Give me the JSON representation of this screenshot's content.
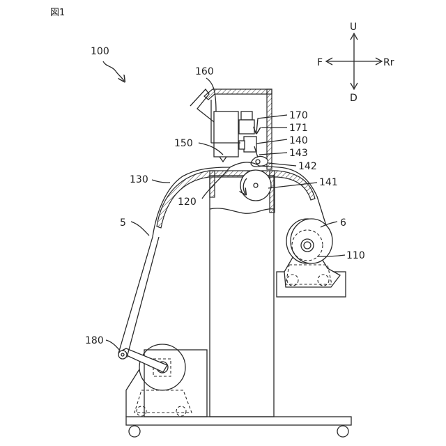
{
  "figure": {
    "title": "図1",
    "ref_main": "100",
    "directions": {
      "up": "U",
      "down": "D",
      "front": "F",
      "rear": "Rr"
    },
    "labels": {
      "l160": "160",
      "l170": "170",
      "l171": "171",
      "l140": "140",
      "l150": "150",
      "l143": "143",
      "l142": "142",
      "l130": "130",
      "l141": "141",
      "l120": "120",
      "l5": "5",
      "l6": "6",
      "l110": "110",
      "l180": "180"
    }
  }
}
